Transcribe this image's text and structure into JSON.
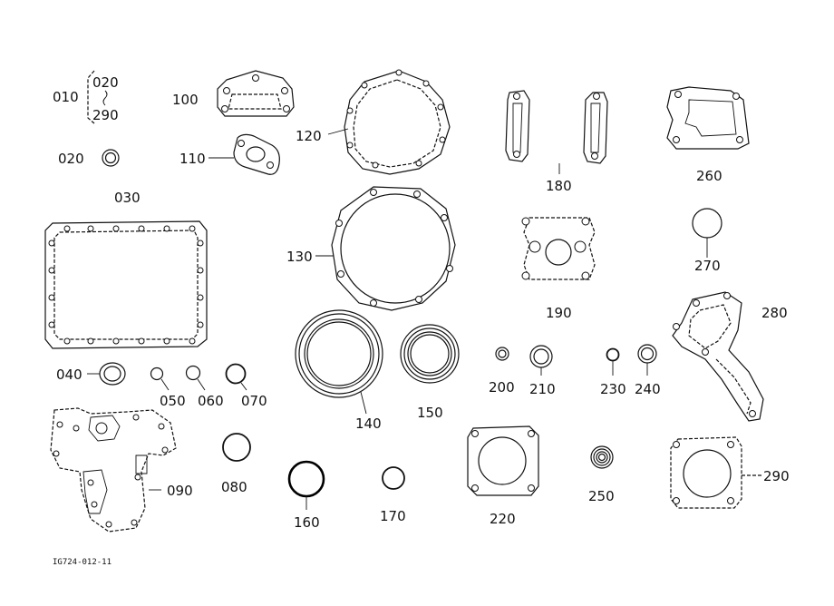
{
  "labels": {
    "p010": "010",
    "p020a": "020",
    "p290a": "290",
    "p020": "020",
    "p100": "100",
    "p110": "110",
    "p120": "120",
    "p180": "180",
    "p260": "260",
    "p030": "030",
    "p130": "130",
    "p190": "190",
    "p270": "270",
    "p280": "280",
    "p040": "040",
    "p050": "050",
    "p060": "060",
    "p070": "070",
    "p140": "140",
    "p150": "150",
    "p200": "200",
    "p210": "210",
    "p230": "230",
    "p240": "240",
    "p090": "090",
    "p080": "080",
    "p160": "160",
    "p170": "170",
    "p220": "220",
    "p250": "250",
    "p290": "290"
  },
  "diagram_code": "IG724-012-11"
}
